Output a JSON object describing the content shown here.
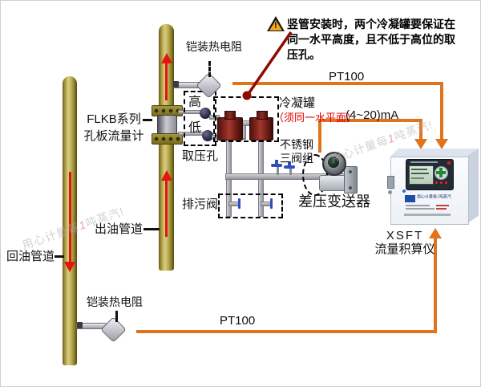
{
  "warning": {
    "mark": "!",
    "text": "竖管安装时，两个冷凝罐要保证在同一水平高度，且不低于高位的取压孔。"
  },
  "pipes": {
    "outlet_label": "出油管道",
    "return_label": "回油管道"
  },
  "flow_meter": {
    "line1": "FLKB系列",
    "line2": "孔板流量计"
  },
  "rtd": {
    "top_label": "铠装热电阻",
    "bottom_label": "铠装热电阻"
  },
  "taps": {
    "high": "高",
    "low": "低",
    "label": "取压孔"
  },
  "condensate": {
    "label": "冷凝罐",
    "note": "（须同一水平面）"
  },
  "manifold": {
    "line1": "不锈钢",
    "line2": "三阀组"
  },
  "drain": {
    "label": "排污阀"
  },
  "transmitter": {
    "label": "差压变送器"
  },
  "signals": {
    "pt100_top": "PT100",
    "pt100_bottom": "PT100",
    "ma": "(4~20)mA"
  },
  "totalizer": {
    "line1": "XSFT",
    "line2": "流量积算仪",
    "slogan_pre": "用心计量每",
    "slogan_num": "1",
    "slogan_post": "吨蒸汽"
  },
  "watermark": {
    "pre": "用心计量每",
    "num": "1",
    "post": "吨蒸汽!"
  },
  "colors": {
    "wire_orange": "#e2731d",
    "annotation_dark_red": "#8e0b00",
    "note_red": "#e00000",
    "flow_arrow_red": "#e41410",
    "tank_maroon": "#7a2320",
    "valve_blue": "#2f4fc0",
    "pipe_brass": "#b3a548"
  }
}
